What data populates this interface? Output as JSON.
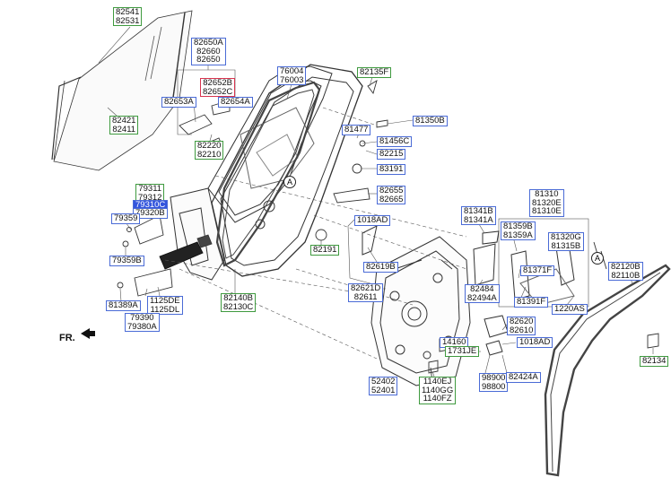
{
  "labels": {
    "l01": [
      "82541",
      "82531"
    ],
    "l02": [
      "82421",
      "82411"
    ],
    "l03": [
      "82650A",
      "82660",
      "82650"
    ],
    "l04": [
      "82652B",
      "82652C"
    ],
    "l05": [
      "82653A"
    ],
    "l06": [
      "82654A"
    ],
    "l07": [
      "82220",
      "82210"
    ],
    "l08": [
      "76004",
      "76003"
    ],
    "l09": [
      "82135F"
    ],
    "l10": [
      "81350B"
    ],
    "l11": [
      "81477"
    ],
    "l12": [
      "81456C"
    ],
    "l13": [
      "82215"
    ],
    "l14": [
      "83191"
    ],
    "l15": [
      "82655",
      "82665"
    ],
    "l16": [
      "1018AD"
    ],
    "l17": [
      "82191"
    ],
    "l18": [
      "82619B"
    ],
    "l19": [
      "82621D",
      "82611"
    ],
    "l20": [
      "79311",
      "79312"
    ],
    "l21": [
      "79310C"
    ],
    "l22": [
      "79320B"
    ],
    "l23": [
      "79359"
    ],
    "l24": [
      "79359B"
    ],
    "l25": [
      "81389A"
    ],
    "l26": [
      "1125DE",
      "1125DL"
    ],
    "l27": [
      "79390",
      "79380A"
    ],
    "l28": [
      "82140B",
      "82130C"
    ],
    "l29": [
      "81341B",
      "81341A"
    ],
    "l30": [
      "81310",
      "81320E",
      "81310E"
    ],
    "l31": [
      "81359B",
      "81359A"
    ],
    "l32": [
      "81320G",
      "81315B"
    ],
    "l33": [
      "81371F"
    ],
    "l34": [
      "81391F"
    ],
    "l35": [
      "1220AS"
    ],
    "l36": [
      "82484",
      "82494A"
    ],
    "l37": [
      "82620",
      "82610"
    ],
    "l38": [
      "1018AD"
    ],
    "l39": [
      "14160"
    ],
    "l40": [
      "1731JE"
    ],
    "l41": [
      "98900",
      "98800"
    ],
    "l42": [
      "82424A"
    ],
    "l43": [
      "52402",
      "52401"
    ],
    "l44": [
      "1140EJ",
      "1140GG",
      "1140FZ"
    ],
    "l45": [
      "82120B",
      "82110B"
    ],
    "l46": [
      "82134"
    ]
  },
  "fr_label": "FR.",
  "circle_label": "A",
  "colors": {
    "blue_box": "#4a6bd6",
    "green_box": "#3f9a3f",
    "red_box": "#d8344f",
    "highlight": "#3355dd"
  }
}
